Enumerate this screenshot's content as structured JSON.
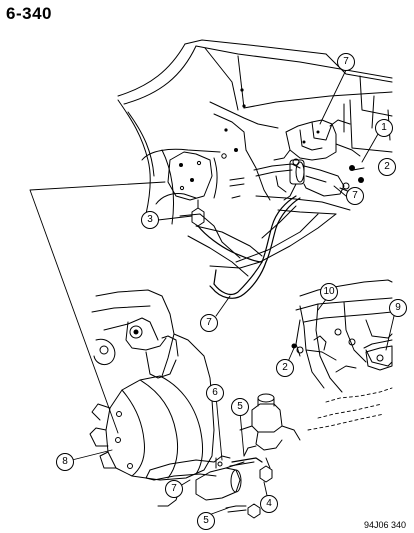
{
  "header": {
    "page_number": "6-340"
  },
  "footer": {
    "drawing_code": "94J06 340"
  },
  "callouts": {
    "c7_top": "7",
    "c1": "1",
    "c2_right": "2",
    "c7_cyl": "7",
    "c3": "3",
    "c7_line": "7",
    "c10": "10",
    "c9": "9",
    "c2_bracket": "2",
    "c6": "6",
    "c5_top": "5",
    "c8": "8",
    "c4": "4",
    "c7_bottom": "7",
    "c5_bottom": "5"
  }
}
